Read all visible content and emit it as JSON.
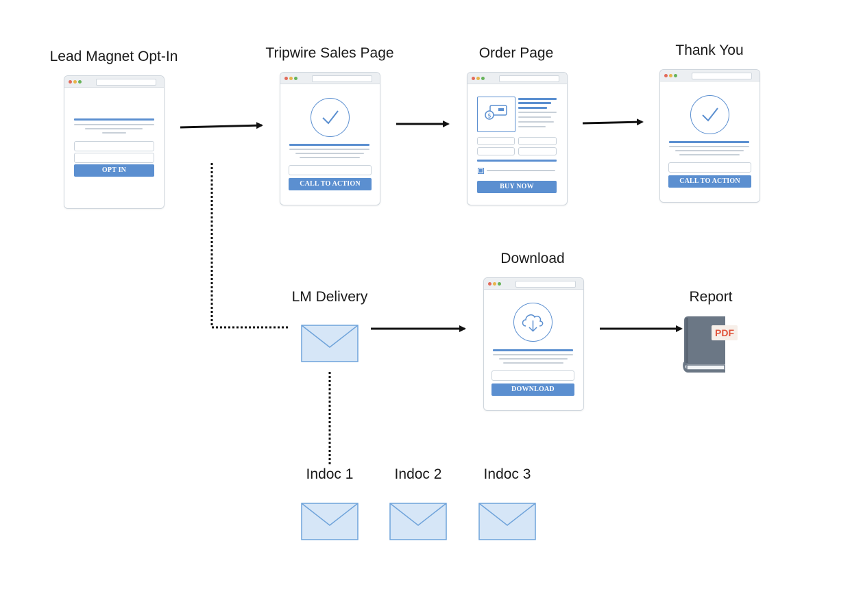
{
  "nodes": {
    "lead_magnet": {
      "title": "Lead Magnet Opt-In",
      "button": "OPT IN"
    },
    "tripwire": {
      "title": "Tripwire Sales Page",
      "button": "CALL TO ACTION"
    },
    "order": {
      "title": "Order Page",
      "button": "BUY NOW"
    },
    "thank_you": {
      "title": "Thank You",
      "button": "CALL TO ACTION"
    },
    "lm_delivery": {
      "title": "LM Delivery"
    },
    "download": {
      "title": "Download",
      "button": "DOWNLOAD"
    },
    "report": {
      "title": "Report",
      "badge": "PDF"
    },
    "indoc1": {
      "title": "Indoc 1"
    },
    "indoc2": {
      "title": "Indoc 2"
    },
    "indoc3": {
      "title": "Indoc 3"
    }
  },
  "edges": [
    {
      "from": "Lead Magnet Opt-In",
      "to": "Tripwire Sales Page",
      "style": "solid-arrow"
    },
    {
      "from": "Tripwire Sales Page",
      "to": "Order Page",
      "style": "solid-arrow"
    },
    {
      "from": "Order Page",
      "to": "Thank You",
      "style": "solid-arrow"
    },
    {
      "from": "Lead Magnet Opt-In",
      "to": "LM Delivery",
      "style": "dotted"
    },
    {
      "from": "LM Delivery",
      "to": "Download",
      "style": "solid-arrow"
    },
    {
      "from": "Download",
      "to": "Report",
      "style": "solid-arrow"
    },
    {
      "from": "LM Delivery",
      "to": "Indoc 1",
      "style": "dotted"
    }
  ],
  "colors": {
    "accent": "#5b8fd0",
    "envelope_fill": "#d6e6f7",
    "envelope_stroke": "#6fa3da",
    "book": "#6b7785",
    "pdf": "#e0533b"
  },
  "icons": [
    "checkmark-circle-icon",
    "credit-card-icon",
    "cloud-download-icon",
    "envelope-icon",
    "pdf-book-icon"
  ]
}
